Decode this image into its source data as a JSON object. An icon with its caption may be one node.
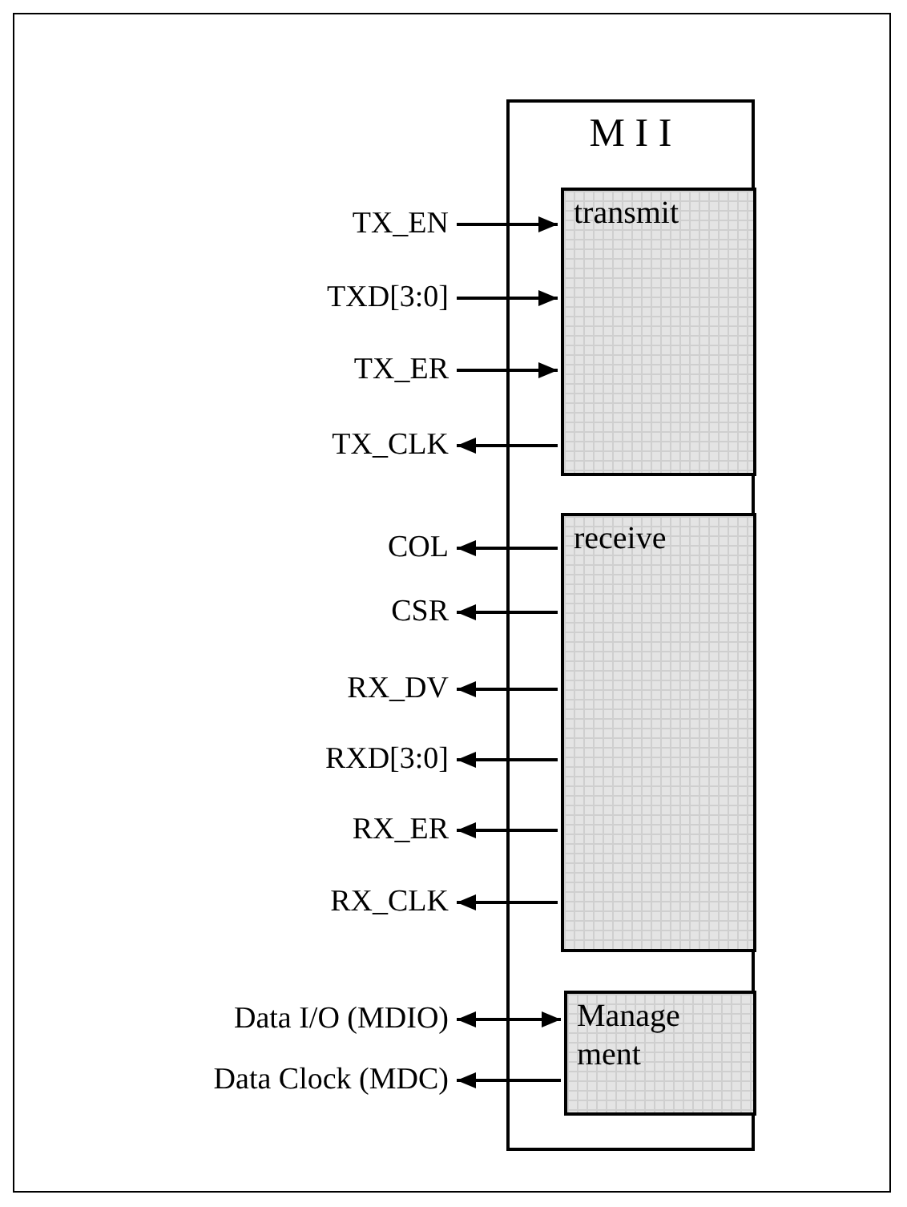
{
  "diagram": {
    "nodes": [
      {
        "text": [
          "M I I"
        ]
      },
      {
        "text": [
          "transmit"
        ],
        "in": 0
      },
      {
        "text": [
          "receive"
        ],
        "in": 0
      },
      {
        "text": [
          "Manage ment"
        ],
        "in": 0
      },
      {
        "text": [
          "TX_EN"
        ]
      },
      {
        "text": [
          "TXD[3:0]"
        ]
      },
      {
        "text": [
          "TX_ER"
        ]
      },
      {
        "text": [
          "TX_CLK"
        ]
      },
      {
        "text": [
          "COL"
        ]
      },
      {
        "text": [
          "CSR"
        ]
      },
      {
        "text": [
          "RX_DV"
        ]
      },
      {
        "text": [
          "RXD[3:0]"
        ]
      },
      {
        "text": [
          "RX_ER"
        ]
      },
      {
        "text": [
          "RX_CLK"
        ]
      },
      {
        "text": [
          "Data I/O (MDIO)"
        ]
      },
      {
        "text": [
          "Data Clock (MDC)"
        ]
      }
    ],
    "edges": [
      {
        "from": 4,
        "to": 1,
        "arrow": "to"
      },
      {
        "from": 5,
        "to": 1,
        "arrow": "to"
      },
      {
        "from": 6,
        "to": 1,
        "arrow": "to"
      },
      {
        "from": 1,
        "to": 7,
        "arrow": "to"
      },
      {
        "from": 2,
        "to": 8,
        "arrow": "to"
      },
      {
        "from": 2,
        "to": 9,
        "arrow": "to"
      },
      {
        "from": 2,
        "to": 10,
        "arrow": "to"
      },
      {
        "from": 2,
        "to": 11,
        "arrow": "to"
      },
      {
        "from": 2,
        "to": 12,
        "arrow": "to"
      },
      {
        "from": 2,
        "to": 13,
        "arrow": "to"
      },
      {
        "from": 14,
        "to": 3,
        "arrow": "both"
      },
      {
        "from": 3,
        "to": 15,
        "arrow": "to"
      }
    ]
  }
}
